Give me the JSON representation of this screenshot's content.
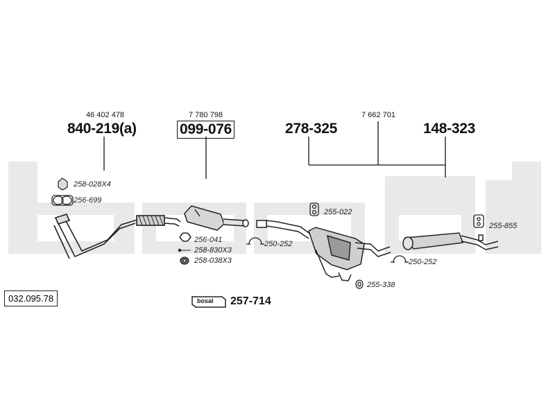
{
  "diagram_ref": "032.095.78",
  "watermark": "bosal",
  "groups": {
    "front": {
      "oem": "46 402 478",
      "part": "840-219(a)"
    },
    "cat": {
      "oem": "7 780 798",
      "part": "099-076"
    },
    "rear_oem": "7 662 701",
    "middle": {
      "part": "278-325"
    },
    "rear": {
      "part": "148-323"
    }
  },
  "small_parts": {
    "bolt_front": "258-028X4",
    "gasket_front": "256-699",
    "gasket_cat": "256-041",
    "spring_cat": "258-830X3",
    "nut_cat": "258-038X3",
    "rubber_mid": "255-022",
    "clamp_mid": "250-252",
    "ring_mid": "255-338",
    "hanger_rear": "255-855",
    "clamp_rear": "250-252"
  },
  "kit": {
    "logo": "bosal",
    "number": "257-714"
  }
}
